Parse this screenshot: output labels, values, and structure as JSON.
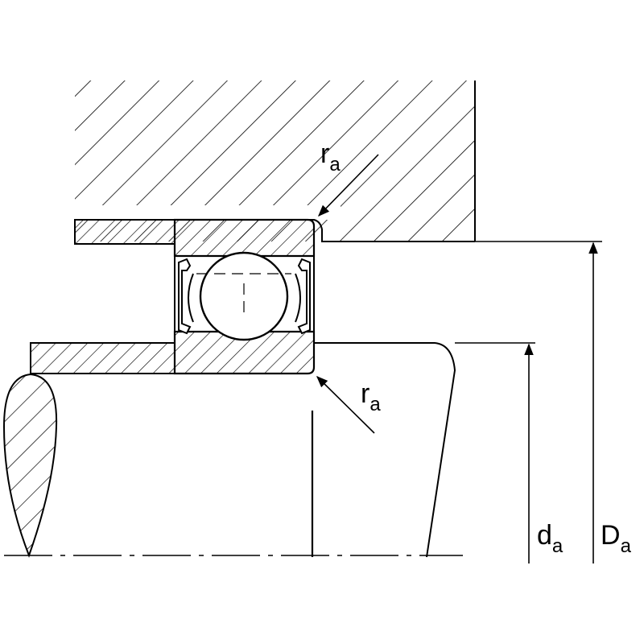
{
  "labels": {
    "ra_top": {
      "main": "r",
      "sub": "a"
    },
    "ra_bottom": {
      "main": "r",
      "sub": "a"
    },
    "da": {
      "main": "d",
      "sub": "a"
    },
    "Da": {
      "main": "D",
      "sub": "a"
    }
  },
  "colors": {
    "line": "#000000",
    "background": "#ffffff"
  }
}
